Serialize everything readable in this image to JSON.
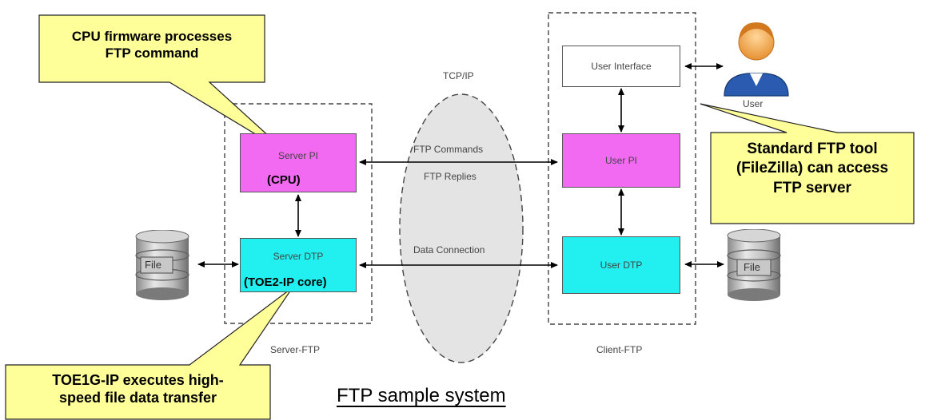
{
  "title": "FTP sample system",
  "colors": {
    "server_pi": "#f26af2",
    "dtp": "#22f0f0",
    "callout_fill": "#ffff99",
    "dashed": "#444444",
    "ellipse_fill": "#e4e4e4"
  },
  "diagram": {
    "tcpip_label": "TCP/IP",
    "ftp_commands": "FTP Commands",
    "ftp_replies": "FTP Replies",
    "data_connection": "Data Connection",
    "server_group": {
      "label": "Server-FTP",
      "server_pi": {
        "label": "Server PI",
        "sublabel": "(CPU)"
      },
      "server_dtp": {
        "label": "Server DTP",
        "sublabel": "(TOE2-IP core)"
      }
    },
    "client_group": {
      "label": "Client-FTP",
      "user_interface": "User Interface",
      "user_pi": "User PI",
      "user_dtp": "User DTP"
    },
    "user_label": "User",
    "file_left": "File",
    "file_right": "File"
  },
  "callouts": {
    "cpu": {
      "line1": "CPU firmware processes",
      "line2": "FTP command"
    },
    "filezilla": {
      "line1": "Standard FTP tool",
      "line2": "(FileZilla) can access",
      "line3": "FTP server"
    },
    "toe": {
      "line1": "TOE1G-IP executes high-",
      "line2": "speed file data transfer"
    }
  }
}
